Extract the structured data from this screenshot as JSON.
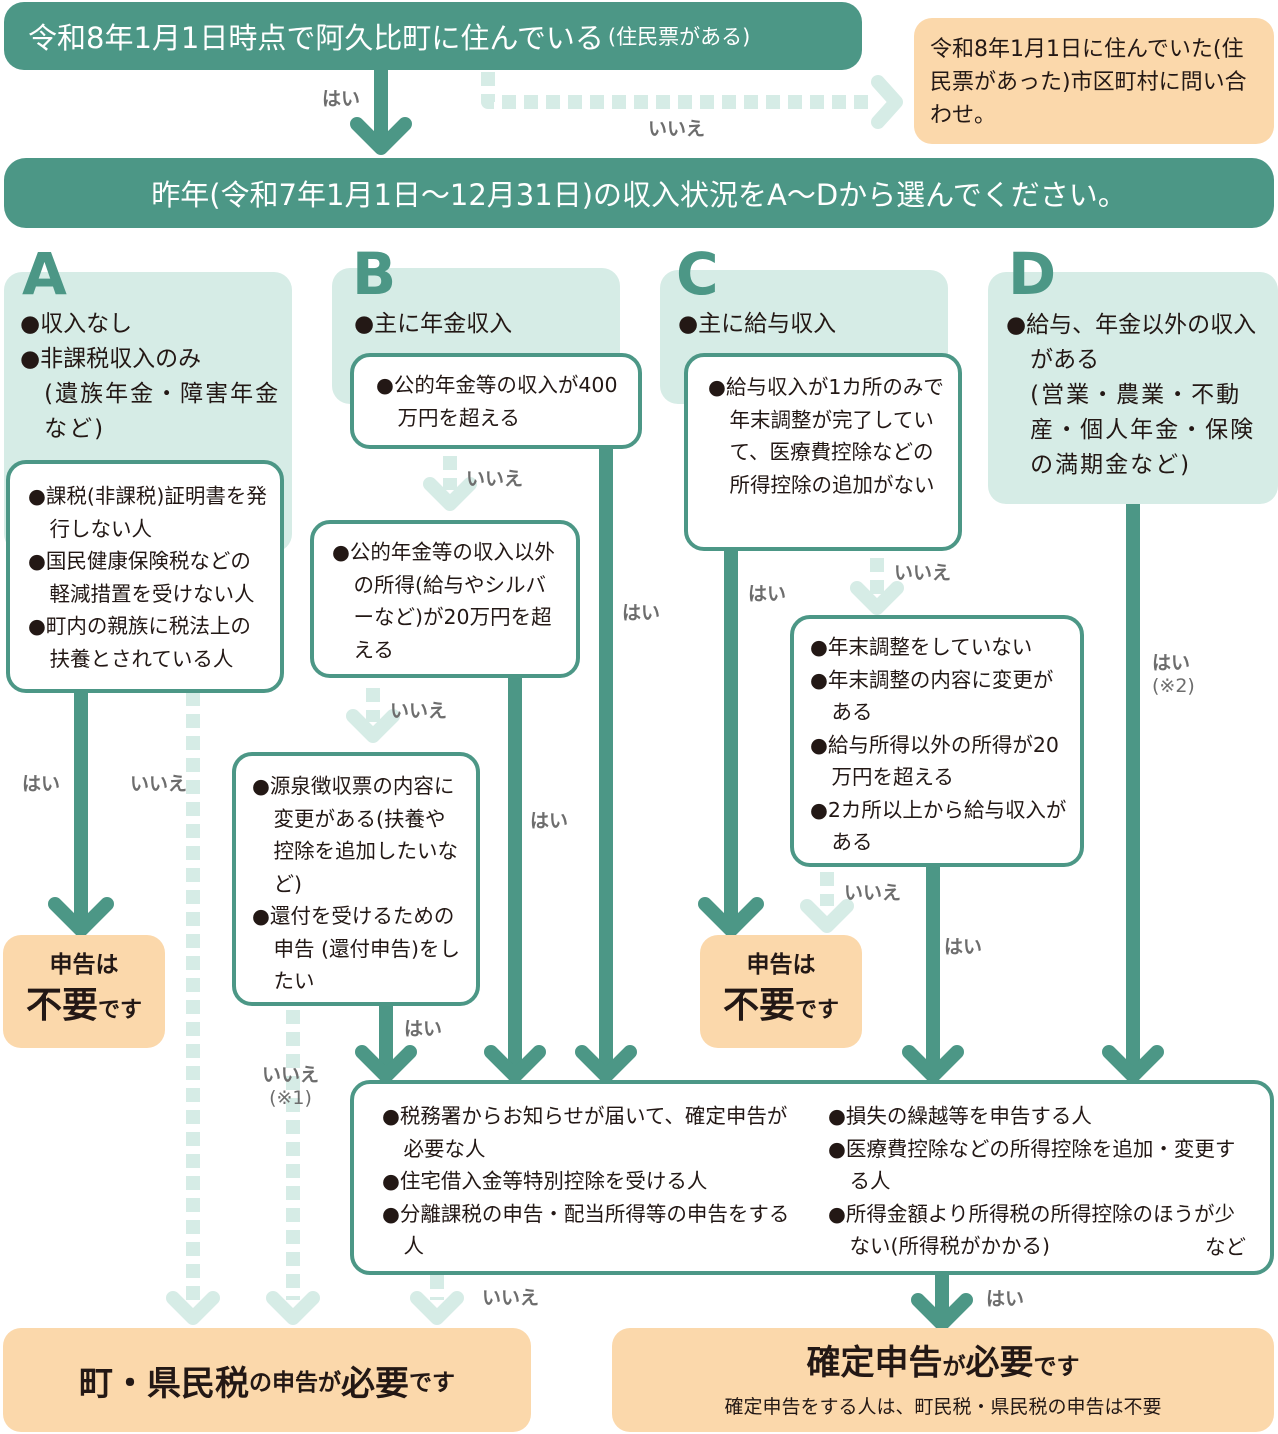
{
  "colors": {
    "primary": "#4c9786",
    "mint": "#d6ece6",
    "peach": "#fbd8ab",
    "text": "#231815",
    "label": "#6d6d6d"
  },
  "top": {
    "question": "令和8年1月1日時点で阿久比町に住んでいる",
    "question_note": "(住民票がある)",
    "yes": "はい",
    "no": "いいえ",
    "no_result": "令和8年1月1日に住んでいた(住民票があった)市区町村に問い合わせ。"
  },
  "select_bar": "昨年(令和7年1月1日〜12月31日)の収入状況をA〜Dから選んでください。",
  "labels": {
    "yes": "はい",
    "no": "いいえ",
    "yes_note2": "(※2)",
    "no_note1": "(※1)"
  },
  "categories": {
    "A": {
      "letter": "A",
      "items": [
        "収入なし",
        "非課税収入のみ"
      ],
      "sub": "(遺族年金・障害年金など)",
      "check_items": [
        "課税(非課税)証明書を発行しない人",
        "国民健康保険税などの軽減措置を受けない人",
        "町内の親族に税法上の扶養とされている人"
      ]
    },
    "B": {
      "letter": "B",
      "items": [
        "主に年金収入"
      ],
      "q1": "公的年金等の収入が400万円を超える",
      "q2": "公的年金等の収入以外の所得(給与やシルバーなど)が20万円を超える",
      "q3": [
        "源泉徴収票の内容に変更がある(扶養や控除を追加したいなど)",
        "還付を受けるための申告 (還付申告)をしたい"
      ]
    },
    "C": {
      "letter": "C",
      "items": [
        "主に給与収入"
      ],
      "q1": "給与収入が1カ所のみで年末調整が完了していて、医療費控除などの所得控除の追加がない",
      "q2": [
        "年末調整をしていない",
        "年末調整の内容に変更がある",
        "給与所得以外の所得が20万円を超える",
        "2カ所以上から給与収入がある"
      ]
    },
    "D": {
      "letter": "D",
      "items": [
        "給与、年金以外の収入がある"
      ],
      "sub": "(営業・農業・不動産・個人年金・保険の満期金など)"
    }
  },
  "no_filing": {
    "line1": "申告は",
    "big": "不要",
    "tail": "です"
  },
  "final_check": {
    "left": [
      "税務署からお知らせが届いて、確定申告が必要な人",
      "住宅借入金等特別控除を受ける人",
      "分離課税の申告・配当所得等の申告をする人"
    ],
    "right": [
      "損失の繰越等を申告する人",
      "医療費控除などの所得控除を追加・変更する人",
      "所得金額より所得税の所得控除のほうが少ない(所得税がかかる)"
    ],
    "etc": "など"
  },
  "result_local": {
    "part1": "町・県民税",
    "part2": "の申告が",
    "part3": "必要",
    "part4": "です"
  },
  "result_final": {
    "part1": "確定申告",
    "part2": "が",
    "part3": "必要",
    "part4": "です",
    "note": "確定申告をする人は、町民税・県民税の申告は不要"
  }
}
